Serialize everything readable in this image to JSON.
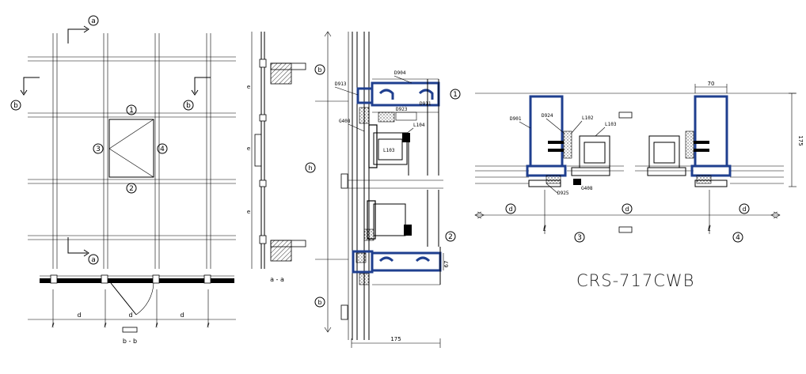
{
  "title": "CRS-717CWB",
  "elevation": {
    "section_a": "a",
    "section_b": "b",
    "callouts": [
      "1",
      "2",
      "3",
      "4"
    ],
    "plan_dims": [
      "d",
      "d",
      "d"
    ],
    "centerline": "ℓ",
    "caption": "b - b"
  },
  "vertical_section": {
    "dim_175": "175",
    "dim_67": "67",
    "dim_h": "h",
    "dim_b": "b",
    "dim_e": "e",
    "callouts": [
      "1",
      "2"
    ],
    "parts": [
      "D913",
      "D904",
      "D923",
      "D911",
      "G408",
      "L104",
      "L103"
    ],
    "caption": "a - a"
  },
  "horizontal_section": {
    "dim_70": "70",
    "dim_175": "175",
    "dim_d": "d",
    "callouts": [
      "3",
      "4"
    ],
    "parts": [
      "D901",
      "D924",
      "L102",
      "L103",
      "D925",
      "G408"
    ]
  }
}
